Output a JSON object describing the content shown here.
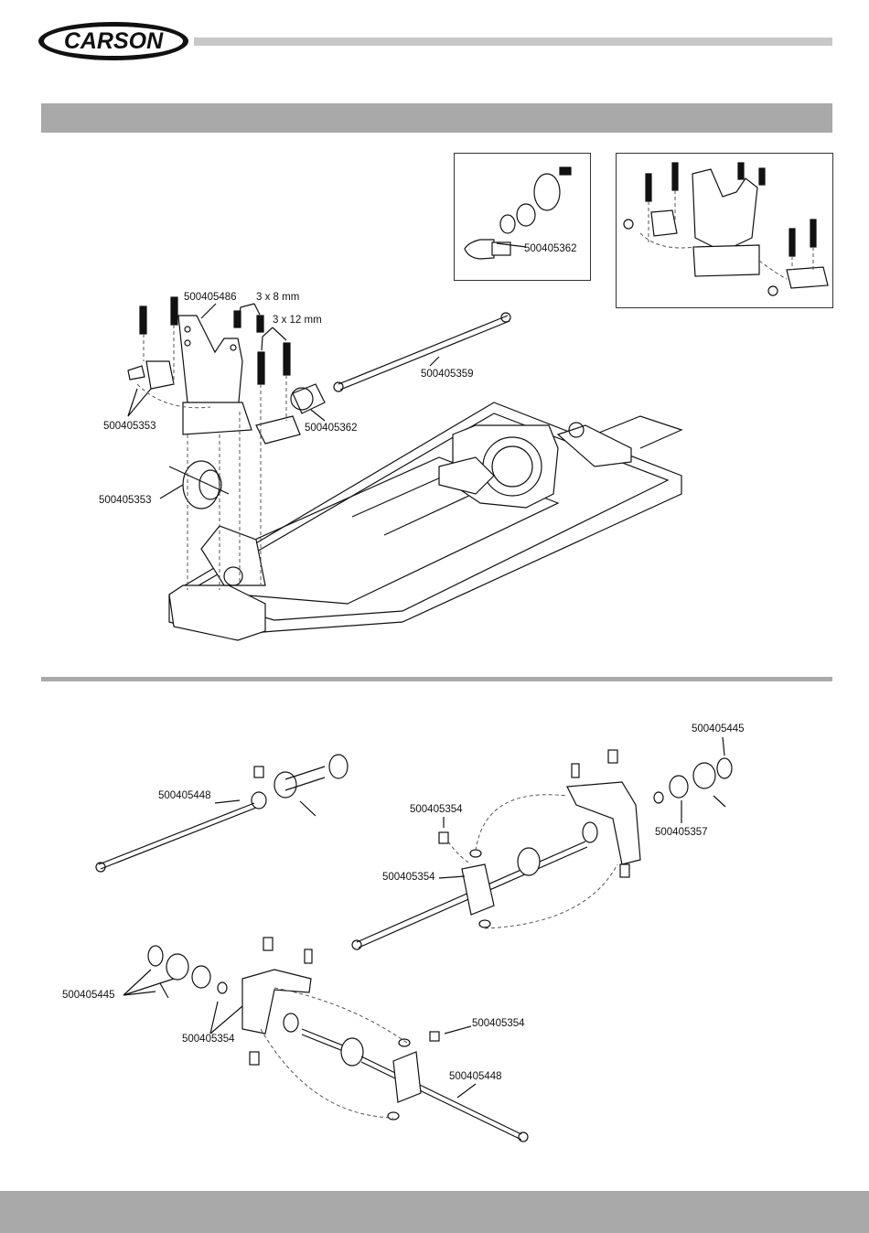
{
  "header": {
    "brand": "CARSON"
  },
  "labels": {
    "top_shock_tower": "500405486",
    "screw_3x8": "3 x 8 mm",
    "screw_3x12": "3 x 12 mm",
    "drive_shaft_main": "500405359",
    "bumper_mount": "500405353",
    "diff_gear": "500405353",
    "pinion_gear": "500405362",
    "inset_gear": "500405362",
    "front_cup": "500405445",
    "front_cup_left": "500405448",
    "hub_screw_top": "500405354",
    "hub_center": "500405354",
    "bearing_right": "500405357",
    "rear_cup_left": "500405445",
    "rear_hub": "500405354",
    "rear_screw": "500405354",
    "rear_shaft": "500405448"
  }
}
